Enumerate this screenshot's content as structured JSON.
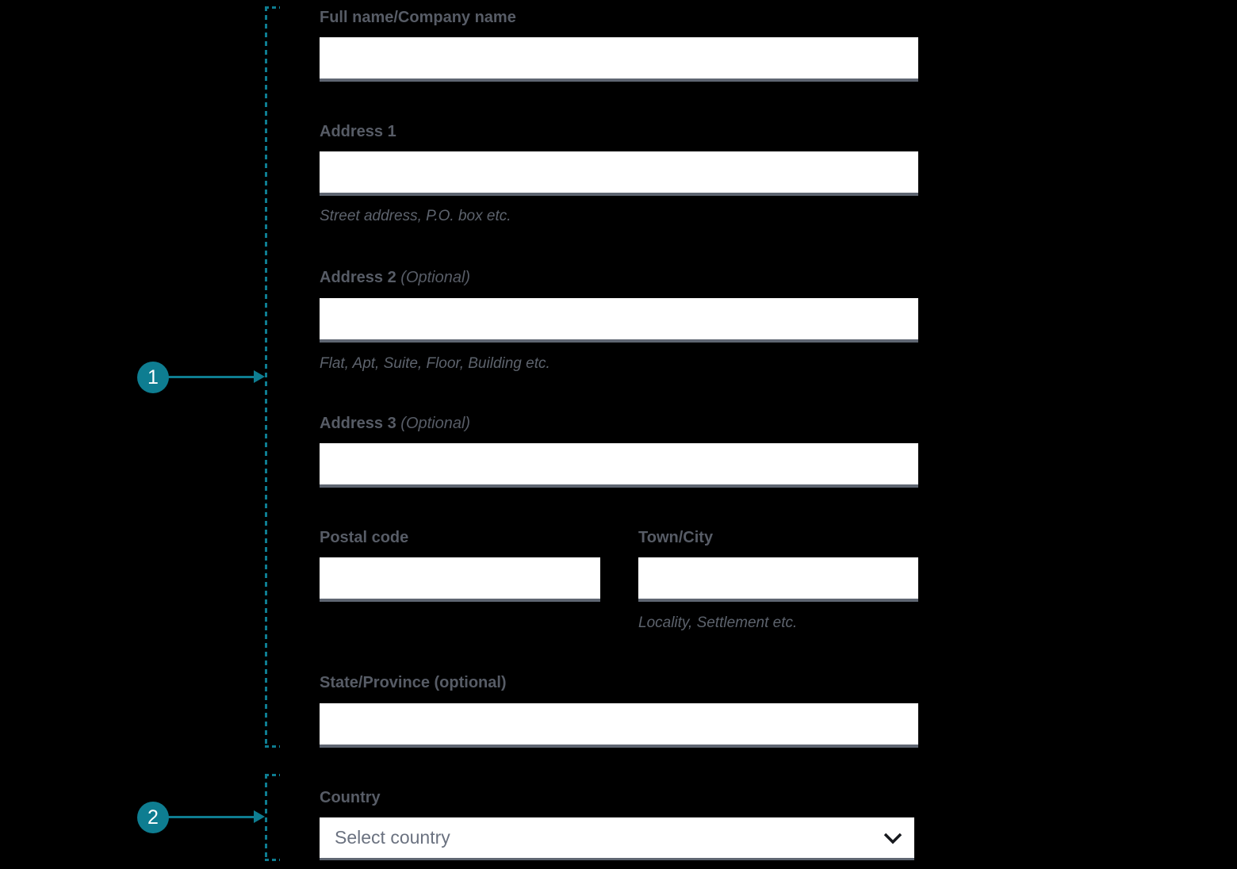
{
  "colors": {
    "background": "#000000",
    "accent_teal": "#0e7d91",
    "label_gray": "#575c66",
    "helper_gray": "#5d636d",
    "input_background": "#ffffff",
    "input_border_bottom": "#5f6672",
    "select_placeholder_gray": "#6b7280",
    "chevron_dark": "#17191e"
  },
  "annotations": {
    "marker1": {
      "number": "1"
    },
    "marker2": {
      "number": "2"
    }
  },
  "form": {
    "full_name": {
      "label": "Full name/Company name",
      "value": ""
    },
    "address1": {
      "label": "Address 1",
      "value": "",
      "helper": "Street address, P.O. box etc."
    },
    "address2": {
      "label": "Address 2",
      "optional": "(Optional)",
      "value": "",
      "helper": "Flat, Apt, Suite, Floor, Building etc."
    },
    "address3": {
      "label": "Address 3",
      "optional": "(Optional)",
      "value": ""
    },
    "postal_code": {
      "label": "Postal code",
      "value": ""
    },
    "town_city": {
      "label": "Town/City",
      "value": "",
      "helper": "Locality, Settlement etc."
    },
    "state_province": {
      "label": "State/Province (optional)",
      "value": ""
    },
    "country": {
      "label": "Country",
      "selected": "Select country"
    }
  }
}
